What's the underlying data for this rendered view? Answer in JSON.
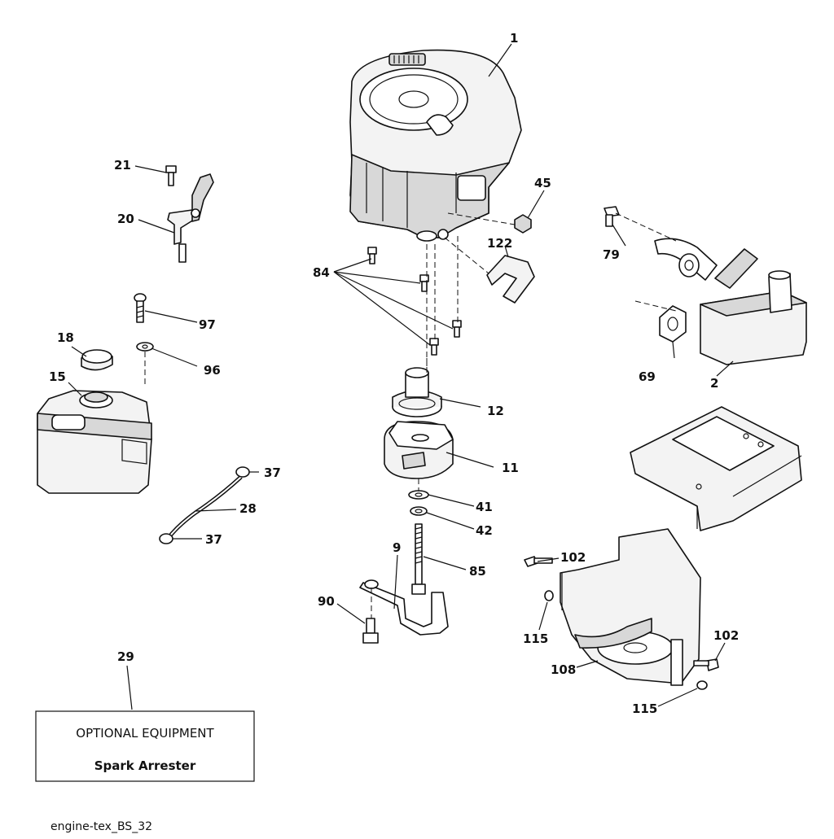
{
  "callouts": {
    "c1": "1",
    "c2": "2",
    "c9": "9",
    "c11": "11",
    "c12": "12",
    "c15": "15",
    "c18": "18",
    "c20": "20",
    "c21": "21",
    "c28": "28",
    "c29": "29",
    "c37a": "37",
    "c37b": "37",
    "c41": "41",
    "c42": "42",
    "c45": "45",
    "c69": "69",
    "c79": "79",
    "c84": "84",
    "c85": "85",
    "c90": "90",
    "c96": "96",
    "c97": "97",
    "c102a": "102",
    "c102b": "102",
    "c108": "108",
    "c115a": "115",
    "c115b": "115",
    "c122": "122"
  },
  "optional_box": {
    "title": "OPTIONAL EQUIPMENT",
    "item": "Spark Arrester"
  },
  "footer_label": "engine-tex_BS_32"
}
